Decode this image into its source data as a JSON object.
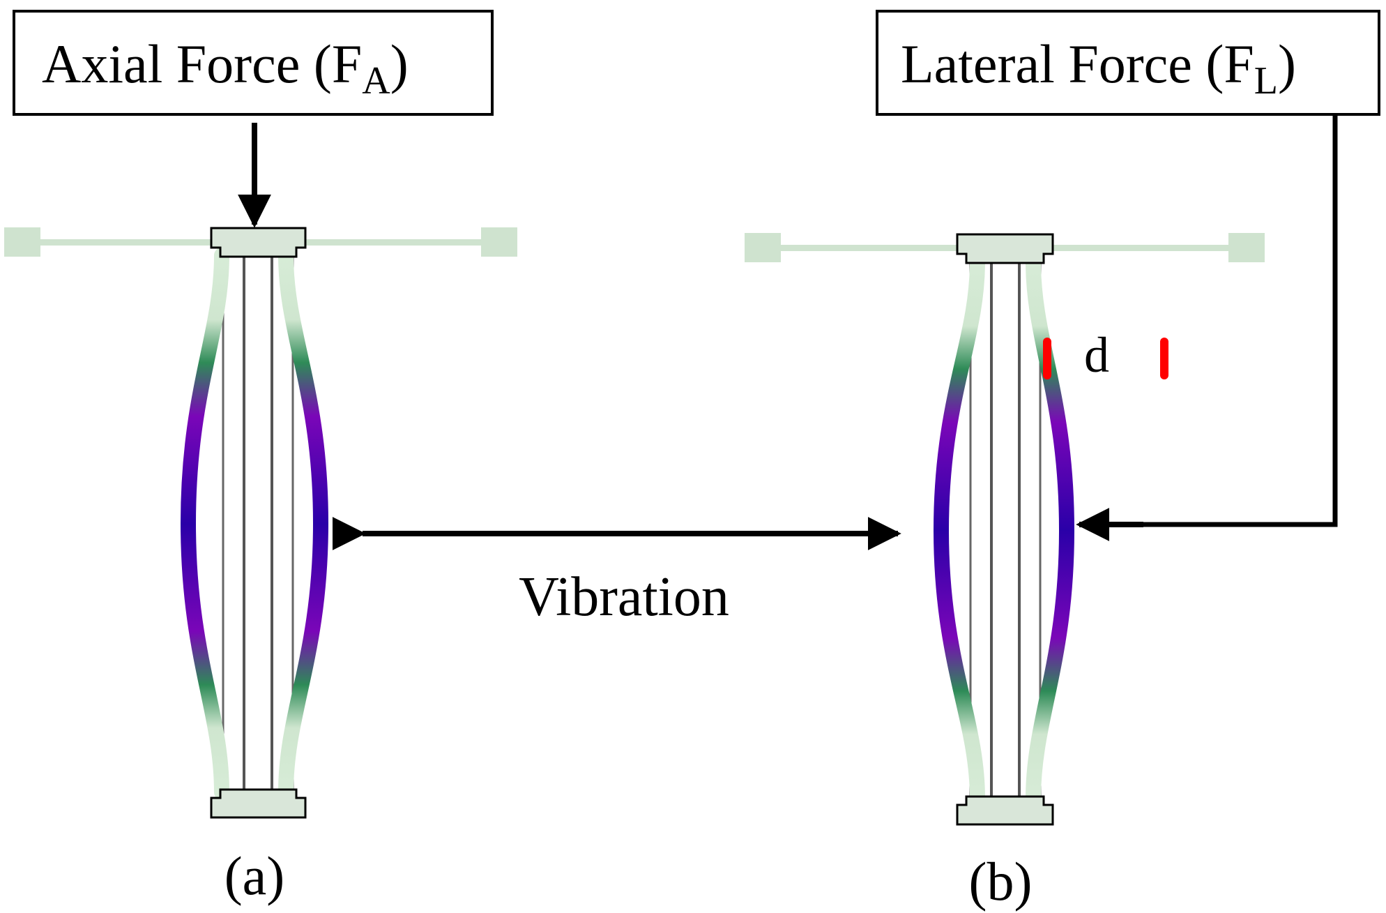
{
  "labels": {
    "axial_force_main": "Axial Force (F",
    "axial_force_sub": "A",
    "axial_force_close": ")",
    "lateral_force_main": "Lateral Force (F",
    "lateral_force_sub": "L",
    "lateral_force_close": ")",
    "vibration": "Vibration",
    "gap": "d",
    "panel_a": "(a)",
    "panel_b": "(b)"
  },
  "colors": {
    "outline": "#000000",
    "frame_fill": "#d9e6d9",
    "arm": "#cfe3cf",
    "beam_light": "#d7ecd7",
    "beam_green": "#2e8b57",
    "beam_purple": "#7a06b8",
    "beam_blue": "#2a00a8",
    "gap_marker": "#ff0000"
  }
}
